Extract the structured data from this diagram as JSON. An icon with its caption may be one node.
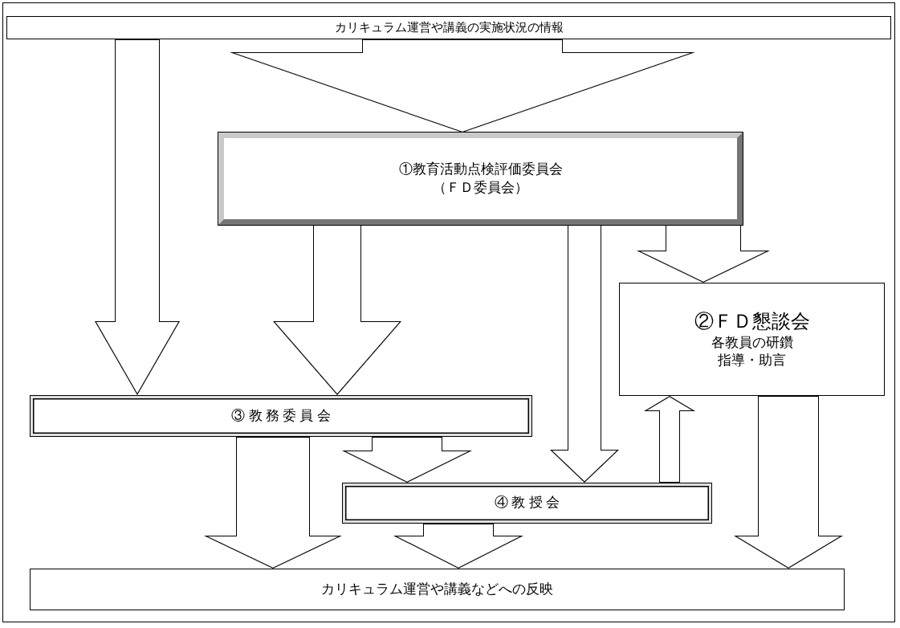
{
  "diagram": {
    "nodes": [
      {
        "text": [
          "カリキュラム運営や講義の実施状況の情報"
        ]
      },
      {
        "text": [
          "①教育活動点検評価委員会",
          "（ＦＤ委員会）"
        ]
      },
      {
        "text": [
          "②ＦＤ懇談会",
          "各教員の研鑽",
          "指導・助言"
        ]
      },
      {
        "text": [
          "③ 教 務 委 員 会"
        ]
      },
      {
        "text": [
          "④ 教 授 会"
        ]
      },
      {
        "text": [
          "カリキュラム運営や講義などへの反映"
        ]
      }
    ],
    "edges": [
      {
        "from": 0,
        "to": 1,
        "arrow": "to"
      },
      {
        "from": 0,
        "to": 3,
        "arrow": "to"
      },
      {
        "from": 1,
        "to": 3,
        "arrow": "to"
      },
      {
        "from": 1,
        "to": 4,
        "arrow": "to"
      },
      {
        "from": 1,
        "to": 2,
        "arrow": "to"
      },
      {
        "from": 4,
        "to": 2,
        "arrow": "to"
      },
      {
        "from": 3,
        "to": 4,
        "arrow": "to"
      },
      {
        "from": 3,
        "to": 5,
        "arrow": "to"
      },
      {
        "from": 4,
        "to": 5,
        "arrow": "to"
      },
      {
        "from": 2,
        "to": 5,
        "arrow": "to"
      }
    ]
  }
}
